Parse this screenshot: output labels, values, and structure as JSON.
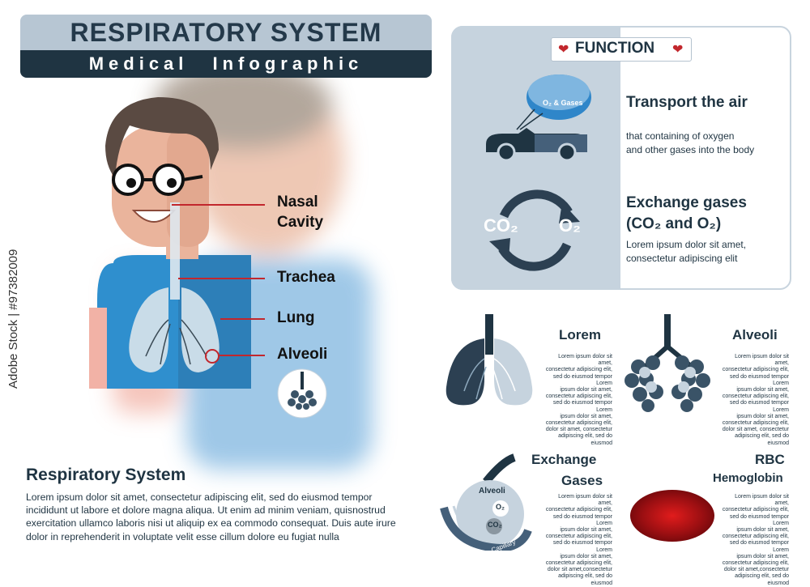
{
  "header": {
    "title": "RESPIRATORY SYSTEM",
    "subtitle": "Medical Infographic"
  },
  "organs": {
    "nasal": "Nasal",
    "cavity": "Cavity",
    "trachea": "Trachea",
    "lung": "Lung",
    "alveoli": "Alveoli"
  },
  "function": {
    "tag": "FUNCTION",
    "balloon": "O₂ & Gases",
    "transport_title": "Transport the air",
    "transport_text_1": "that containing of oxygen",
    "transport_text_2": "and other gases into the body",
    "co2": "CO₂",
    "o2": "O₂",
    "exchange_title_1": "Exchange gases",
    "exchange_title_2": "(CO₂ and O₂)",
    "exchange_text_1": "Lorem ipsum dolor sit amet,",
    "exchange_text_2": "consectetur adipiscing elit"
  },
  "cards": {
    "lorem": {
      "title": "Lorem",
      "lines": [
        "Lorem ipsum dolor sit amet,",
        "consectetur adipiscing elit,",
        "sed do eiusmod tempor Lorem",
        "ipsum dolor sit amet,",
        "consectetur adipiscing elit,",
        "sed do eiusmod tempor Lorem",
        "ipsum dolor sit amet,",
        "consectetur adipiscing elit,",
        "dolor sit amet, consectetur",
        "adipiscing elit, sed do eiusmod"
      ]
    },
    "alveoli": {
      "title": "Alveoli",
      "lines": [
        "Lorem ipsum dolor sit amet,",
        "consectetur adipiscing elit,",
        "sed do eiusmod tempor Lorem",
        "ipsum dolor sit amet,",
        "consectetur adipiscing elit,",
        "sed do eiusmod tempor Lorem",
        "ipsum dolor sit amet,",
        "consectetur adipiscing elit,",
        "dolor sit amet, consectetur",
        "adipiscing elit, sed do eiusmod"
      ]
    },
    "exchange": {
      "title_1": "Exchange",
      "title_2": "Gases",
      "alveoli_label": "Alveoli",
      "o2": "O₂",
      "co2": "CO₂",
      "capillary": "Capillary",
      "lines": [
        "Lorem ipsum dolor sit amet,",
        "consectetur adipiscing elit,",
        "sed do eiusmod tempor Lorem",
        "ipsum dolor sit amet,",
        "consectetur adipiscing elit,",
        "sed do eiusmod tempor Lorem",
        "ipsum dolor sit amet,",
        "consectetur adipiscing elit,",
        "dolor sit amet,consectetur",
        "adipiscing elit, sed do eiusmod"
      ]
    },
    "rbc": {
      "title_1": "RBC",
      "title_2": "Hemoglobin",
      "lines": [
        "Lorem ipsum dolor sit amet,",
        "consectetur adipiscing elit,",
        "sed do eiusmod tempor Lorem",
        "ipsum dolor sit amet,",
        "consectetur adipiscing elit,",
        "sed do eiusmod tempor Lorem",
        "ipsum dolor sit amet,",
        "consectetur adipiscing elit,",
        "dolor sit amet,consectetur",
        "adipiscing elit, sed do eiusmod"
      ]
    }
  },
  "bottom": {
    "title": "Respiratory System",
    "text": "Lorem ipsum dolor sit amet, consectetur adipiscing elit, sed do eiusmod tempor incididunt ut labore et dolore magna aliqua. Ut enim ad minim veniam, quisnostrud exercitation ullamco laboris nisi ut aliquip ex ea commodo consequat. Duis aute irure dolor in reprehenderit in voluptate velit esse cillum dolore eu fugiat nulla"
  },
  "watermark": "Adobe Stock | #97382009",
  "colors": {
    "navy": "#1f3442",
    "panel": "#c6d3de",
    "accent": "#c2272d",
    "shirt": "#2f8fce"
  }
}
